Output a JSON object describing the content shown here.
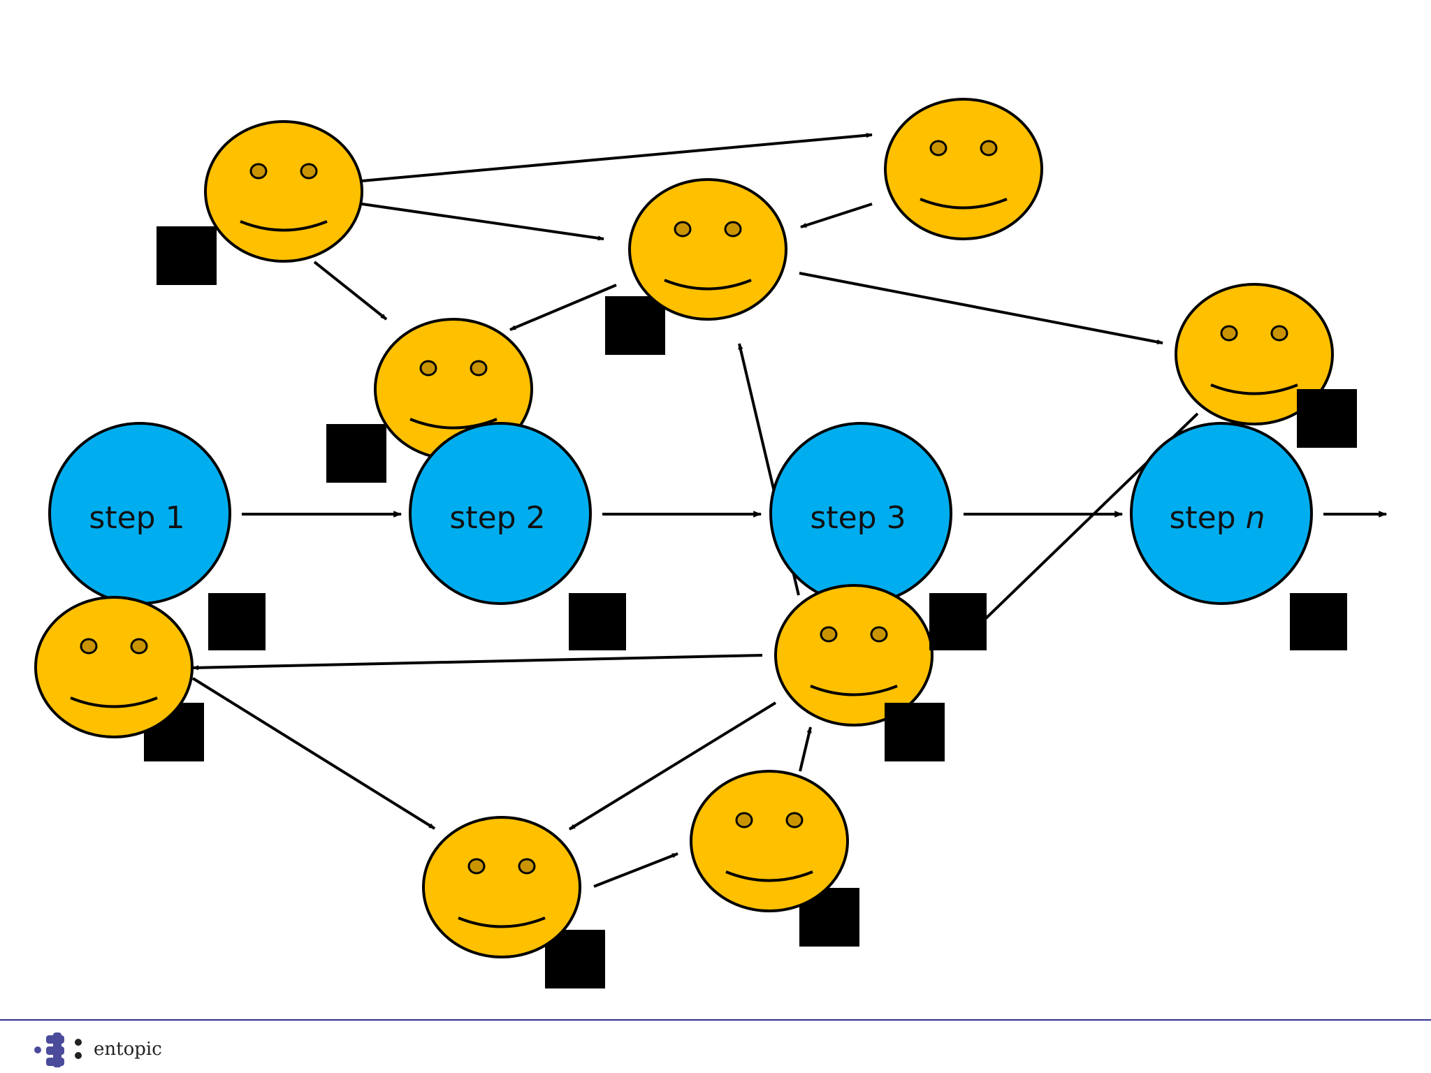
{
  "colors": {
    "step_fill": "#00AEEF",
    "smiley_fill": "#FFC000",
    "smiley_eye": "#C99400",
    "outline": "#000000",
    "tag": "#000000",
    "footer_line": "#2E3192",
    "logo": "#4B4B9B"
  },
  "steps": [
    {
      "id": "s1",
      "label": "step 1"
    },
    {
      "id": "s2",
      "label": "step 2"
    },
    {
      "id": "s3",
      "label": "step 3"
    },
    {
      "id": "sn",
      "label": "step",
      "label_italic": "n"
    }
  ],
  "people": [
    "p1",
    "p2",
    "p3",
    "p4",
    "p5",
    "p6",
    "p7",
    "p8",
    "p9",
    "p10"
  ],
  "icons": {
    "person": "smiley-face-icon",
    "tag": "black-square-icon"
  },
  "footer": {
    "brand": "entopic"
  }
}
